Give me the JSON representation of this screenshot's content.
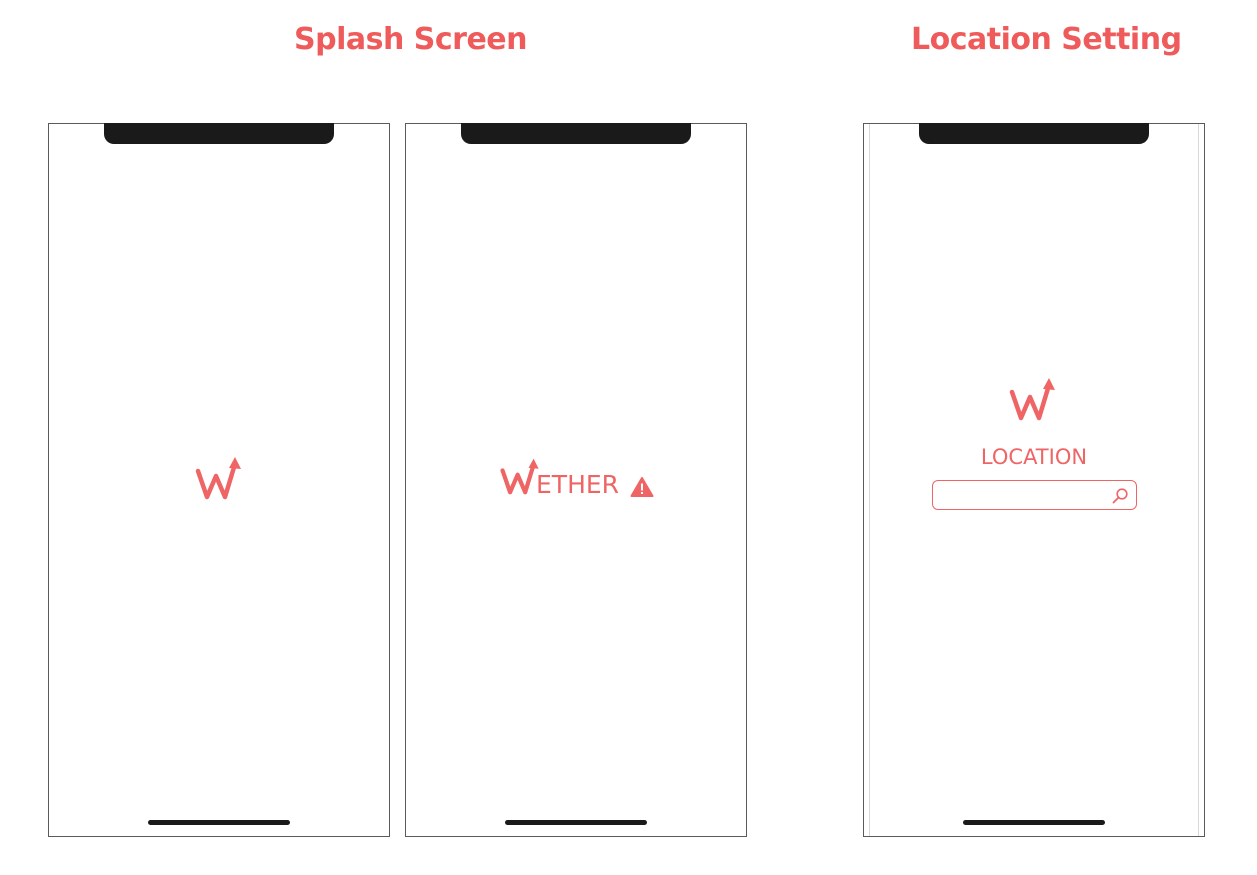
{
  "sections": {
    "splash_title": "Splash Screen",
    "location_title": "Location Setting"
  },
  "splash_wordmark": {
    "text": "ETHER"
  },
  "location_screen": {
    "label": "LOCATION",
    "search_value": "",
    "search_placeholder": ""
  },
  "icons": {
    "logo": "w-arrow-logo-icon",
    "warning": "warning-triangle-icon",
    "search": "search-icon"
  },
  "colors": {
    "accent": "#ef6565",
    "title": "#ef5b5b",
    "notch": "#1a1a1a"
  }
}
